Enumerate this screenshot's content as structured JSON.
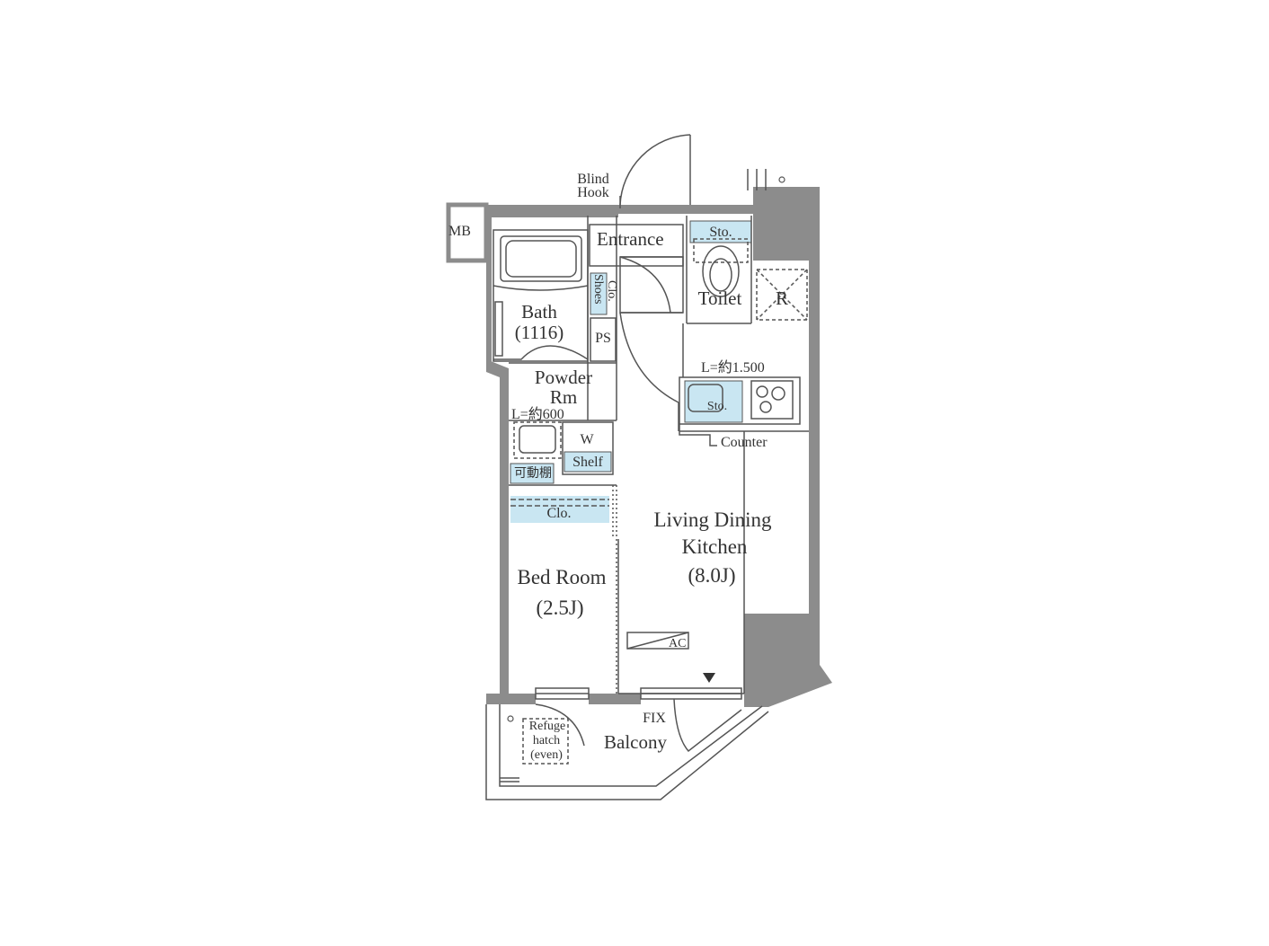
{
  "plan": {
    "mb": "MB",
    "blind_hook": [
      "Blind",
      "Hook"
    ],
    "entrance": "Entrance",
    "storage_toilet": "Sto.",
    "bath": [
      "Bath",
      "(1116)"
    ],
    "shoes_closet": [
      "Shoes",
      "Clo."
    ],
    "ps": "PS",
    "toilet": "Toilet",
    "refrigerator": "R",
    "kitchen_length": "L=約1.500",
    "storage_kitchen": "Sto.",
    "counter": "Counter",
    "powder_room": [
      "Powder",
      "Rm"
    ],
    "vanity_length": "L=約600",
    "w_shelf": [
      "W",
      "Shelf"
    ],
    "movable_shelf": "可動棚",
    "closet": "Clo.",
    "living_dining_kitchen": [
      "Living Dining",
      "Kitchen",
      "(8.0J)"
    ],
    "bed_room": [
      "Bed Room",
      "(2.5J)"
    ],
    "ac": "AC",
    "fix": "FIX",
    "balcony": "Balcony",
    "refuge_hatch": [
      "Refuge",
      "hatch",
      "(even)"
    ]
  },
  "colors": {
    "wall_gray": "#8c8c8c",
    "line": "#555555",
    "storage_blue": "#c9e6f2"
  }
}
